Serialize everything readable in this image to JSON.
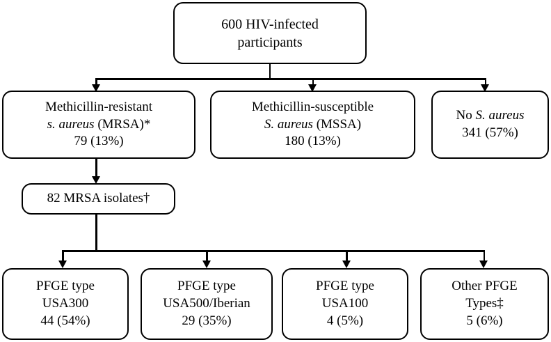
{
  "diagram": {
    "title": "MRSA / MSSA participant flow diagram",
    "stroke_color": "#000000",
    "background_color": "#ffffff",
    "nodes": {
      "root": {
        "line1": "600 HIV-infected",
        "line2": "participants"
      },
      "mrsa": {
        "line1": "Methicillin-resistant",
        "line2_italic": "s. aureus",
        "line2_rest": " (MRSA)*",
        "line3": "79 (13%)"
      },
      "mssa": {
        "line1": "Methicillin-susceptible",
        "line2_italic": "S. aureus",
        "line2_rest": " (MSSA)",
        "line3": "180 (13%)"
      },
      "no_sa": {
        "line1_prefix": "No ",
        "line1_italic": "S. aureus",
        "line2": "341 (57%)"
      },
      "isolates": {
        "line1": "82 MRSA isolates†"
      },
      "usa300": {
        "line1": "PFGE type",
        "line2": "USA300",
        "line3": "44 (54%)"
      },
      "usa500": {
        "line1": "PFGE type",
        "line2": "USA500/Iberian",
        "line3": "29 (35%)"
      },
      "usa100": {
        "line1": "PFGE type",
        "line2": "USA100",
        "line3": "4 (5%)"
      },
      "other": {
        "line1": "Other PFGE",
        "line2": "Types‡",
        "line3": "5 (6%)"
      }
    }
  },
  "chart_data": {
    "type": "diagram",
    "title": "600 HIV-infected participants — S. aureus colonization flow",
    "levels": [
      {
        "level": 1,
        "nodes": [
          {
            "id": "root",
            "label": "600 HIV-infected participants",
            "count": 600
          }
        ]
      },
      {
        "level": 2,
        "nodes": [
          {
            "id": "mrsa",
            "label": "Methicillin-resistant s. aureus (MRSA)*",
            "count": 79,
            "percent": 13
          },
          {
            "id": "mssa",
            "label": "Methicillin-susceptible S. aureus (MSSA)",
            "count": 180,
            "percent": 13
          },
          {
            "id": "no_sa",
            "label": "No S. aureus",
            "count": 341,
            "percent": 57
          }
        ]
      },
      {
        "level": 3,
        "nodes": [
          {
            "id": "isolates",
            "label": "82 MRSA isolates†",
            "count": 82
          }
        ]
      },
      {
        "level": 4,
        "nodes": [
          {
            "id": "usa300",
            "label": "PFGE type USA300",
            "count": 44,
            "percent": 54
          },
          {
            "id": "usa500",
            "label": "PFGE type USA500/Iberian",
            "count": 29,
            "percent": 35
          },
          {
            "id": "usa100",
            "label": "PFGE type USA100",
            "count": 4,
            "percent": 5
          },
          {
            "id": "other",
            "label": "Other PFGE Types‡",
            "count": 5,
            "percent": 6
          }
        ]
      }
    ],
    "edges": [
      {
        "from": "root",
        "to": "mrsa"
      },
      {
        "from": "root",
        "to": "mssa"
      },
      {
        "from": "root",
        "to": "no_sa"
      },
      {
        "from": "mrsa",
        "to": "isolates"
      },
      {
        "from": "isolates",
        "to": "usa300"
      },
      {
        "from": "isolates",
        "to": "usa500"
      },
      {
        "from": "isolates",
        "to": "usa100"
      },
      {
        "from": "isolates",
        "to": "other"
      }
    ],
    "footnote_markers": [
      "*",
      "†",
      "‡"
    ]
  }
}
